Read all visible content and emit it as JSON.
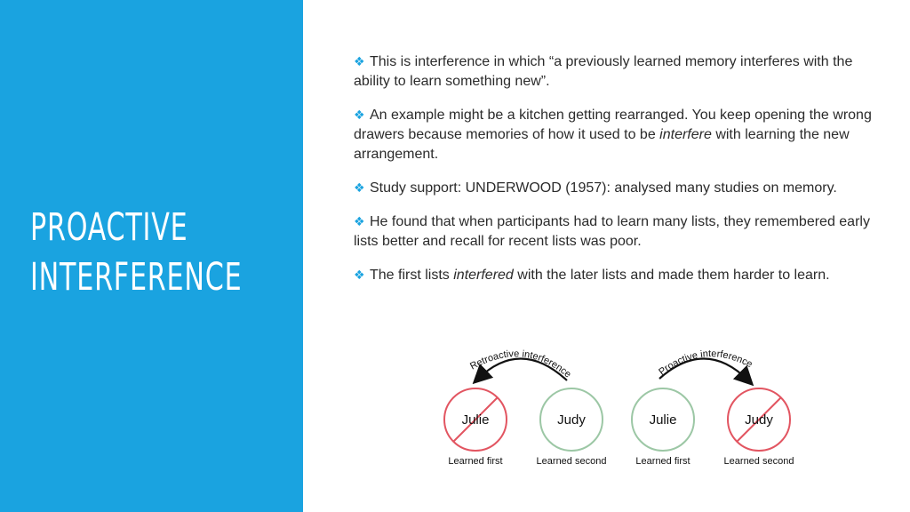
{
  "colors": {
    "accent": "#1aa3e0",
    "red": "#e25561",
    "green": "#9cc7a5"
  },
  "title": {
    "line1": "PROACTIVE",
    "line2": "INTERFERENCE"
  },
  "bullets": [
    {
      "before": "This is interference in which “a previously learned memory interferes with the ability to learn something new”.",
      "italic": "",
      "after": ""
    },
    {
      "before": "An example might be a kitchen getting rearranged. You keep opening the wrong drawers because memories of how it used to be ",
      "italic": "interfere",
      "after": " with learning the new arrangement."
    },
    {
      "before": "Study support: UNDERWOOD (1957): analysed many studies on memory.",
      "italic": "",
      "after": ""
    },
    {
      "before": "He found that when participants had to learn many lists, they remembered early lists better and recall for recent lists was poor.",
      "italic": "",
      "after": ""
    },
    {
      "before": "The first lists ",
      "italic": "interfered",
      "after": " with the later lists and made them harder to learn."
    }
  ],
  "bullet_icon": "diamond-cluster-icon",
  "diagram": {
    "left": {
      "arc_label": "Retroactive interference",
      "circle1_name": "Julie",
      "circle1_caption": "Learned first",
      "circle2_name": "Judy",
      "circle2_caption": "Learned second"
    },
    "right": {
      "arc_label": "Proactive interference",
      "circle1_name": "Julie",
      "circle1_caption": "Learned first",
      "circle2_name": "Judy",
      "circle2_caption": "Learned second"
    }
  }
}
